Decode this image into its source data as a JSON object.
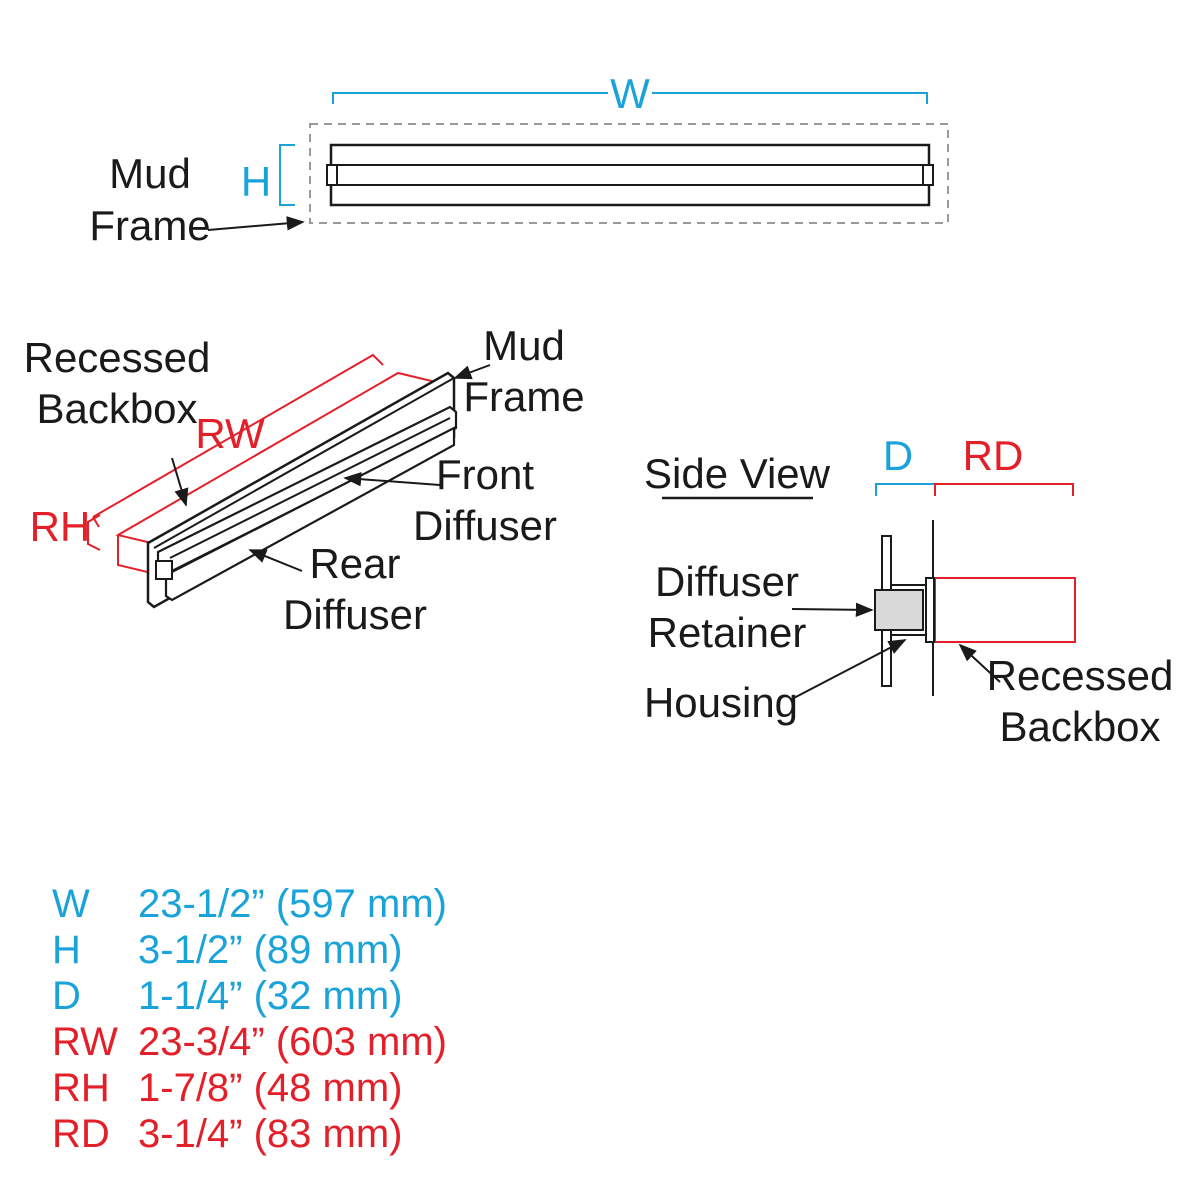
{
  "colors": {
    "ink": "#1a1a1a",
    "blue": "#1aa3d9",
    "red": "#e3202a",
    "fill_gray": "#d9d9d9"
  },
  "top_view": {
    "w_symbol": "W",
    "h_symbol": "H",
    "mud_frame_line1": "Mud",
    "mud_frame_line2": "Frame"
  },
  "iso_view": {
    "recessed_backbox_line1": "Recessed",
    "recessed_backbox_line2": "Backbox",
    "rw_symbol": "RW",
    "rh_symbol": "RH",
    "mud_frame_line1": "Mud",
    "mud_frame_line2": "Frame",
    "front_diffuser_line1": "Front",
    "front_diffuser_line2": "Diffuser",
    "rear_diffuser_line1": "Rear",
    "rear_diffuser_line2": "Diffuser"
  },
  "side_view": {
    "title": "Side View",
    "d_symbol": "D",
    "rd_symbol": "RD",
    "diffuser_retainer_line1": "Diffuser",
    "diffuser_retainer_line2": "Retainer",
    "housing": "Housing",
    "recessed_backbox_line1": "Recessed",
    "recessed_backbox_line2": "Backbox"
  },
  "legend": [
    {
      "key": "W",
      "value": "23-1/2” (597 mm)",
      "color": "blue"
    },
    {
      "key": "H",
      "value": "3-1/2” (89 mm)",
      "color": "blue"
    },
    {
      "key": "D",
      "value": "1-1/4” (32 mm)",
      "color": "blue"
    },
    {
      "key": "RW",
      "value": "23-3/4” (603 mm)",
      "color": "red"
    },
    {
      "key": "RH",
      "value": "1-7/8” (48 mm)",
      "color": "red"
    },
    {
      "key": "RD",
      "value": "3-1/4” (83 mm)",
      "color": "red"
    }
  ]
}
